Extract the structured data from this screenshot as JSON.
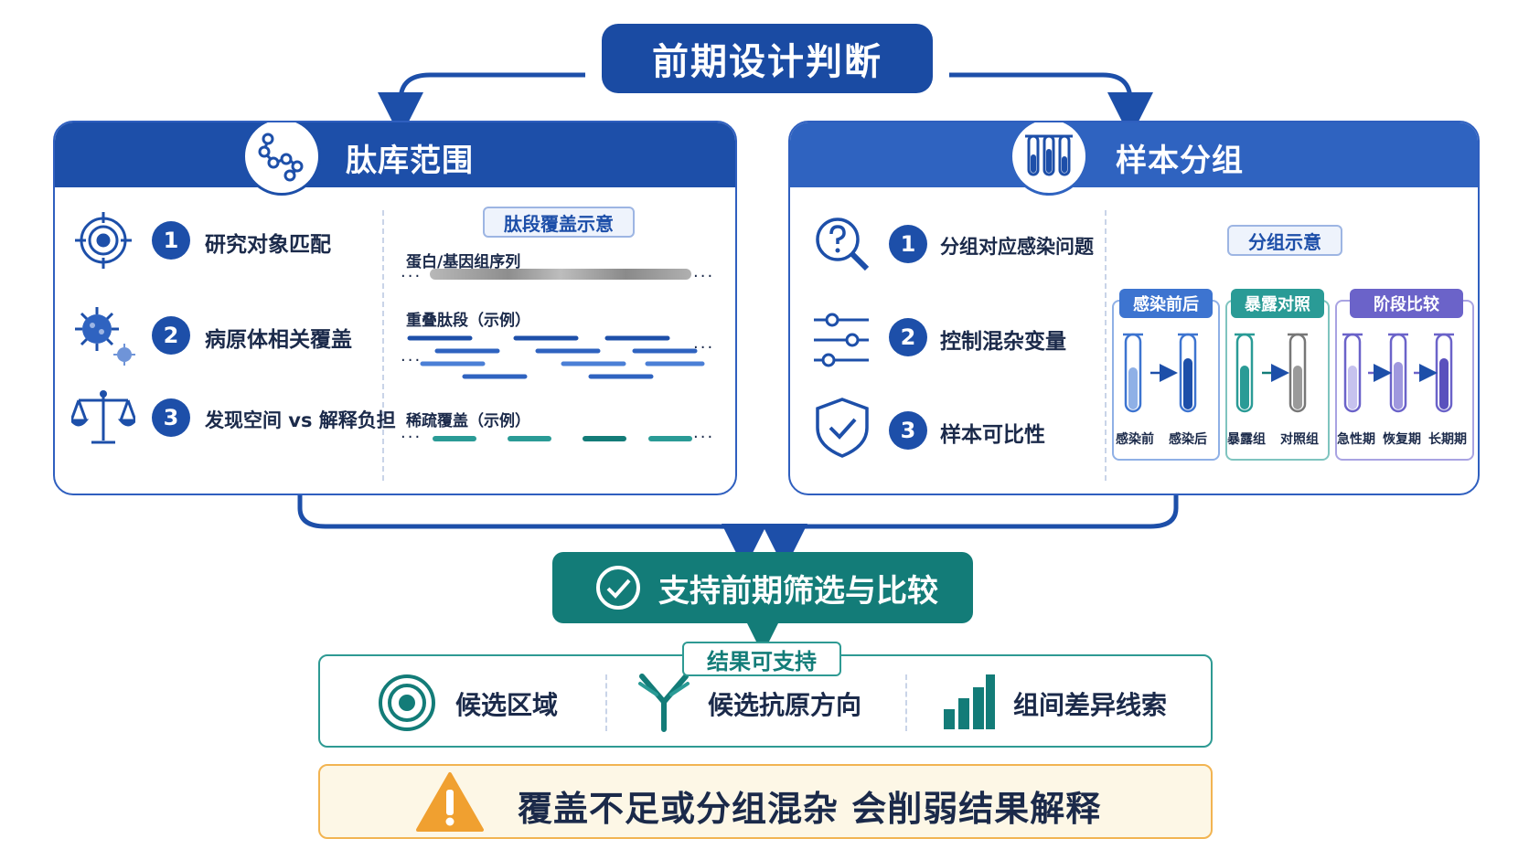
{
  "title": "前期设计判断",
  "left_panel": {
    "title": "肽库范围",
    "icon": "peptide-chain-icon",
    "items": [
      {
        "num": "1",
        "label": "研究对象匹配",
        "icon": "target-icon"
      },
      {
        "num": "2",
        "label": "病原体相关覆盖",
        "icon": "virus-icon"
      },
      {
        "num": "3",
        "label": "发现空间 vs 解释负担",
        "icon": "balance-scale-icon"
      }
    ],
    "diagram_tag": "肽段覆盖示意",
    "rows": [
      {
        "label": "蛋白/基因组序列"
      },
      {
        "label": "重叠肽段（示例）"
      },
      {
        "label": "稀疏覆盖（示例）"
      }
    ],
    "dots": "···"
  },
  "right_panel": {
    "title": "样本分组",
    "icon": "test-tubes-icon",
    "items": [
      {
        "num": "1",
        "label": "分组对应感染问题",
        "icon": "question-search-icon"
      },
      {
        "num": "2",
        "label": "控制混杂变量",
        "icon": "sliders-icon"
      },
      {
        "num": "3",
        "label": "样本可比性",
        "icon": "shield-check-icon"
      }
    ],
    "diagram_tag": "分组示意",
    "groups": [
      {
        "name": "感染前后",
        "tubes": [
          "感染前",
          "感染后"
        ],
        "color": "#3d74d0"
      },
      {
        "name": "暴露对照",
        "tubes": [
          "暴露组",
          "对照组"
        ],
        "color": "#2a9b96"
      },
      {
        "name": "阶段比较",
        "tubes": [
          "急性期",
          "恢复期",
          "长期期"
        ],
        "color": "#6b63c9"
      }
    ]
  },
  "support": {
    "label": "支持前期筛选与比较",
    "icon": "check-circle-icon"
  },
  "results": {
    "tag": "结果可支持",
    "items": [
      {
        "label": "候选区域",
        "icon": "target-rings-icon"
      },
      {
        "label": "候选抗原方向",
        "icon": "antibody-icon"
      },
      {
        "label": "组间差异线索",
        "icon": "bar-chart-icon"
      }
    ]
  },
  "warning": {
    "label": "覆盖不足或分组混杂  会削弱结果解释",
    "icon": "warning-triangle-icon"
  },
  "colors": {
    "primary": "#1d4fa9",
    "teal": "#137c78",
    "warning": "#f0a030"
  }
}
